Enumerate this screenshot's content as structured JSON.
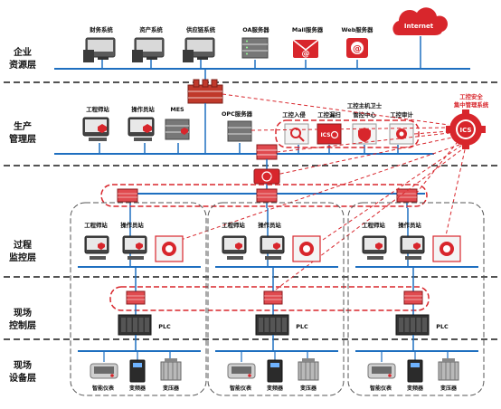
{
  "layers": [
    {
      "line1": "企业",
      "line2": "资源层"
    },
    {
      "line1": "生产",
      "line2": "管理层"
    },
    {
      "line1": "过程",
      "line2": "监控层"
    },
    {
      "line1": "现场",
      "line2": "控制层"
    },
    {
      "line1": "现场",
      "line2": "设备层"
    }
  ],
  "enterprise": {
    "finance": "财务系统",
    "assets": "资产系统",
    "supply_chain": "供应链系统",
    "oa": "OA服务器",
    "mail": "Mail服务器",
    "web": "Web服务器",
    "internet": "Internet"
  },
  "production": {
    "engineer": "工程师站",
    "operator": "操作员站",
    "mes": "MES",
    "opc": "OPC服务器",
    "intrusion": "工控入侵",
    "scan": "工控漏扫",
    "host_guard_l1": "工控主机卫士",
    "host_guard_l2": "管控中心",
    "audit": "工控审计",
    "ics_badge": "ICS"
  },
  "ics_center": {
    "line1": "工控安全",
    "line2": "集中管理系统",
    "badge": "ICS"
  },
  "cells": [
    {
      "engineer": "工程师站",
      "operator": "操作员站",
      "plc": "PLC",
      "instrument": "智能仪表",
      "inverter": "变频器",
      "transformer": "变压器"
    },
    {
      "engineer": "工程师站",
      "operator": "操作员站",
      "plc": "PLC",
      "instrument": "智能仪表",
      "inverter": "变频器",
      "transformer": "变压器"
    },
    {
      "engineer": "工程师站",
      "operator": "操作员站",
      "plc": "PLC",
      "instrument": "智能仪表",
      "inverter": "变频器",
      "transformer": "变压器"
    }
  ],
  "colors": {
    "network": "#1e6fc0",
    "secure_red": "#d8262c",
    "dash_border": "#555555",
    "separator": "#1a1a1a"
  }
}
